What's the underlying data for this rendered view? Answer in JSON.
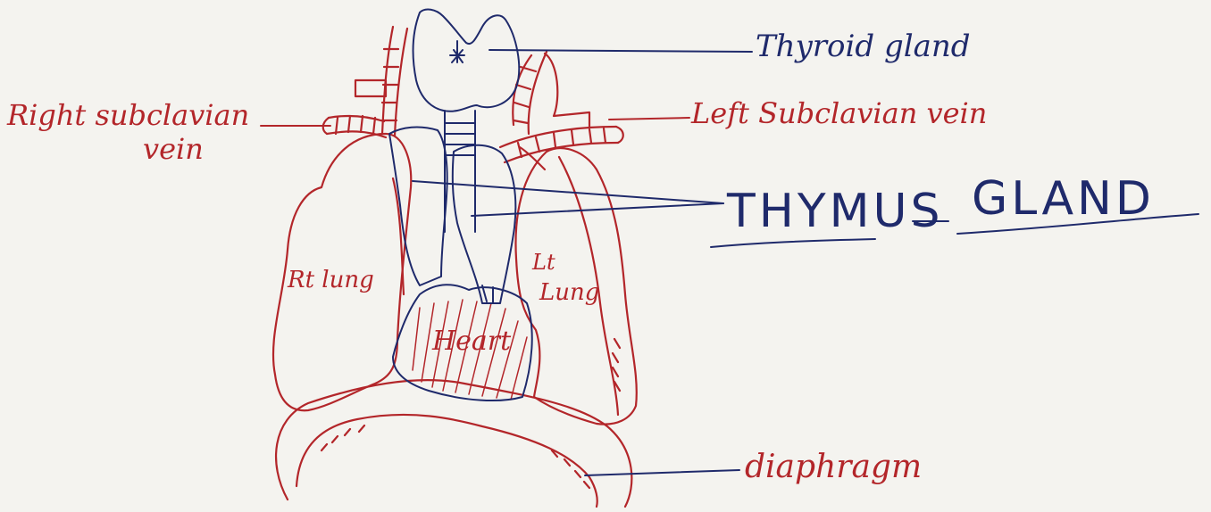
{
  "labels": {
    "thyroid": "Thyroid gland",
    "right_subclavian_line1": "Right subclavian",
    "right_subclavian_line2": "vein",
    "left_subclavian": "Left Subclavian vein",
    "thymus_word1": "THYMUS",
    "thymus_word2": "GLAND",
    "rt_lung": "Rt lung",
    "lt_lung_line1": "Lt",
    "lt_lung_line2": "Lung",
    "heart": "Heart",
    "diaphragm": "diaphragm"
  },
  "colors": {
    "paper": "#f4f3ef",
    "red_ink": "#b3262a",
    "blue_ink": "#1f2a6b"
  }
}
